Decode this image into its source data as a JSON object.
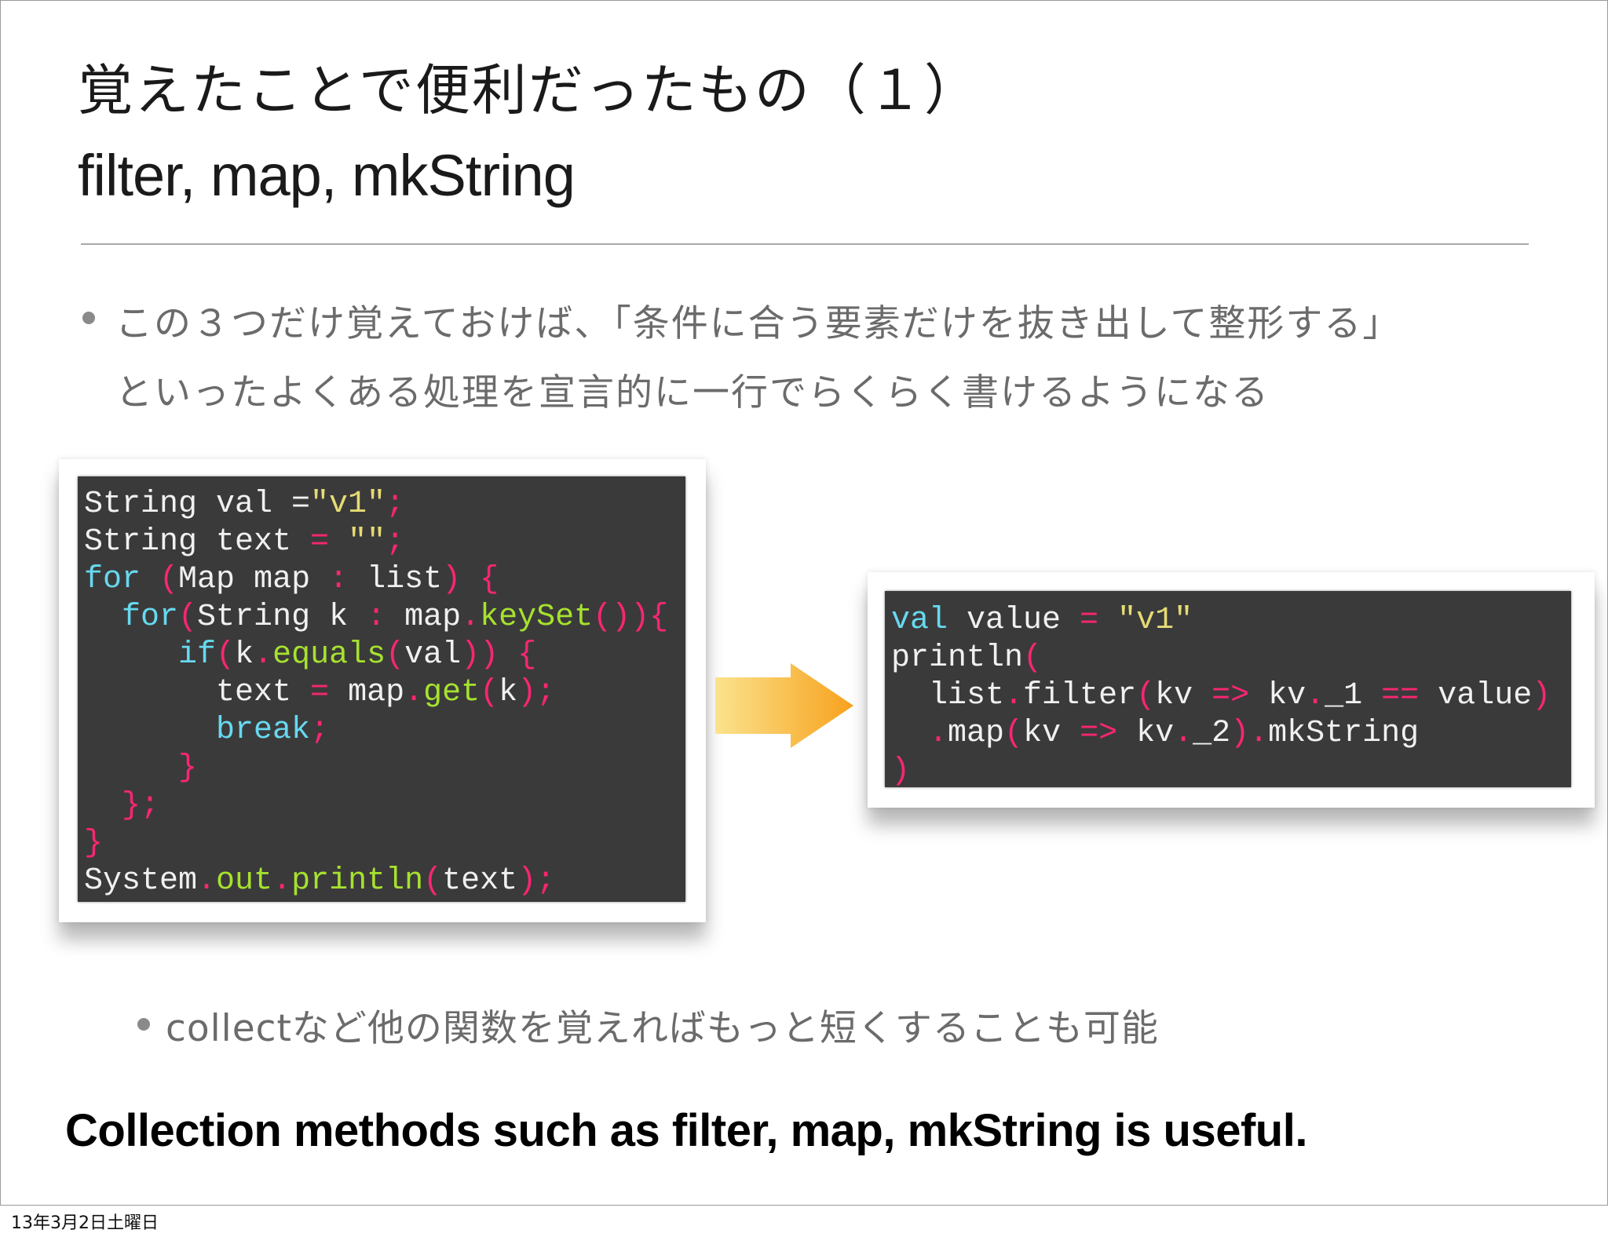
{
  "slide": {
    "title": "覚えたことで便利だったもの（１）",
    "subtitle": "filter, map, mkString",
    "bullets": [
      {
        "lines": [
          "この３つだけ覚えておけば、「条件に合う要素だけを抜き出して整形する」",
          "といったよくある処理を宣言的に一行でらくらく書けるようになる"
        ]
      },
      {
        "lines": [
          "collectなど他の関数を覚えればもっと短くすることも可能"
        ]
      }
    ],
    "caption": "Collection methods such as filter, map, mkString is useful.",
    "footer_date": "13年3月2日土曜日"
  },
  "code_before": {
    "language": "java",
    "lines": [
      [
        [
          "plain",
          "String val ="
        ],
        [
          "str",
          "\"v1\""
        ],
        [
          "punct",
          ";"
        ]
      ],
      [
        [
          "plain",
          "String text "
        ],
        [
          "punct",
          "="
        ],
        [
          "plain",
          " "
        ],
        [
          "str",
          "\"\""
        ],
        [
          "punct",
          ";"
        ]
      ],
      [
        [
          "kw",
          "for"
        ],
        [
          "plain",
          " "
        ],
        [
          "punct",
          "("
        ],
        [
          "plain",
          "Map map "
        ],
        [
          "punct",
          ":"
        ],
        [
          "plain",
          " list"
        ],
        [
          "punct",
          ")"
        ],
        [
          "plain",
          " "
        ],
        [
          "punct",
          "{"
        ]
      ],
      [
        [
          "plain",
          "  "
        ],
        [
          "kw",
          "for"
        ],
        [
          "punct",
          "("
        ],
        [
          "plain",
          "String k "
        ],
        [
          "punct",
          ":"
        ],
        [
          "plain",
          " map"
        ],
        [
          "punct",
          "."
        ],
        [
          "fn",
          "keySet"
        ],
        [
          "punct",
          "()){"
        ]
      ],
      [
        [
          "plain",
          "     "
        ],
        [
          "kw",
          "if"
        ],
        [
          "punct",
          "("
        ],
        [
          "plain",
          "k"
        ],
        [
          "punct",
          "."
        ],
        [
          "fn",
          "equals"
        ],
        [
          "punct",
          "("
        ],
        [
          "plain",
          "val"
        ],
        [
          "punct",
          "))"
        ],
        [
          "plain",
          " "
        ],
        [
          "punct",
          "{"
        ]
      ],
      [
        [
          "plain",
          "       text "
        ],
        [
          "punct",
          "="
        ],
        [
          "plain",
          " map"
        ],
        [
          "punct",
          "."
        ],
        [
          "fn",
          "get"
        ],
        [
          "punct",
          "("
        ],
        [
          "plain",
          "k"
        ],
        [
          "punct",
          ");"
        ]
      ],
      [
        [
          "plain",
          "       "
        ],
        [
          "kw",
          "break"
        ],
        [
          "punct",
          ";"
        ]
      ],
      [
        [
          "plain",
          "     "
        ],
        [
          "punct",
          "}"
        ]
      ],
      [
        [
          "plain",
          "  "
        ],
        [
          "punct",
          "};"
        ]
      ],
      [
        [
          "punct",
          "}"
        ]
      ],
      [
        [
          "plain",
          "System"
        ],
        [
          "punct",
          "."
        ],
        [
          "fn",
          "out"
        ],
        [
          "punct",
          "."
        ],
        [
          "fn",
          "println"
        ],
        [
          "punct",
          "("
        ],
        [
          "plain",
          "text"
        ],
        [
          "punct",
          ");"
        ]
      ]
    ]
  },
  "code_after": {
    "language": "scala",
    "lines": [
      [
        [
          "kw",
          "val"
        ],
        [
          "plain",
          " value "
        ],
        [
          "punct",
          "="
        ],
        [
          "plain",
          " "
        ],
        [
          "str",
          "\"v1\""
        ]
      ],
      [
        [
          "plain",
          "println"
        ],
        [
          "punct",
          "("
        ]
      ],
      [
        [
          "plain",
          "  list"
        ],
        [
          "punct",
          "."
        ],
        [
          "plain",
          "filter"
        ],
        [
          "punct",
          "("
        ],
        [
          "plain",
          "kv "
        ],
        [
          "punct",
          "=>"
        ],
        [
          "plain",
          " kv"
        ],
        [
          "punct",
          "."
        ],
        [
          "plain",
          "_1 "
        ],
        [
          "punct",
          "=="
        ],
        [
          "plain",
          " value"
        ],
        [
          "punct",
          ")"
        ]
      ],
      [
        [
          "plain",
          "  "
        ],
        [
          "punct",
          "."
        ],
        [
          "plain",
          "map"
        ],
        [
          "punct",
          "("
        ],
        [
          "plain",
          "kv "
        ],
        [
          "punct",
          "=>"
        ],
        [
          "plain",
          " kv"
        ],
        [
          "punct",
          "."
        ],
        [
          "plain",
          "_2"
        ],
        [
          "punct",
          ")."
        ],
        [
          "plain",
          "mkString"
        ]
      ],
      [
        [
          "punct",
          ")"
        ]
      ]
    ]
  },
  "theme": {
    "code_background": "#3b3a3b",
    "code_text": "#f0f0f0",
    "string": "#e6db74",
    "keyword": "#66d9ef",
    "function": "#a6e22e",
    "punctuation": "#f92672",
    "arrow_gradient": [
      "#fbe38e",
      "#f7a11c"
    ]
  }
}
